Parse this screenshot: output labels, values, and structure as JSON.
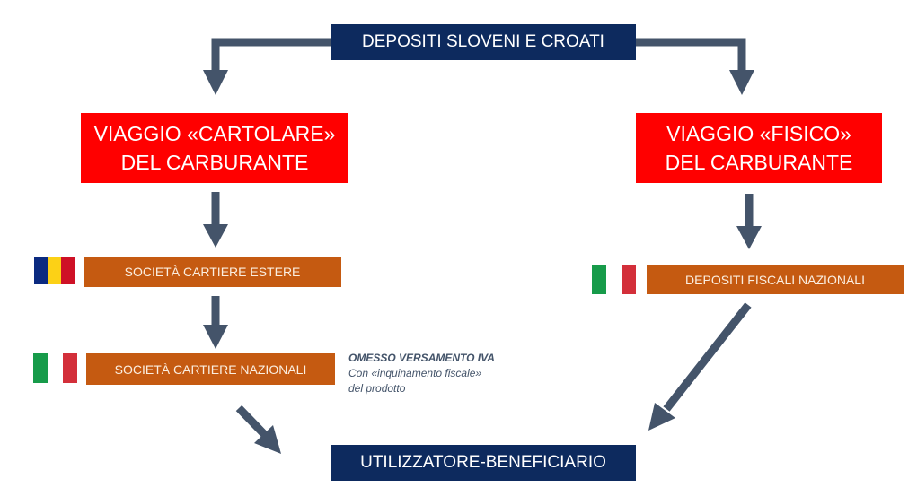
{
  "top": "DEPOSITI SLOVENI E CROATI",
  "left_route": {
    "line1": "VIAGGIO «CARTOLARE»",
    "line2": "DEL CARBURANTE"
  },
  "right_route": {
    "line1": "VIAGGIO «FISICO»",
    "line2": "DEL CARBURANTE"
  },
  "left_step1": "SOCIETÀ CARTIERE ESTERE",
  "left_step2": "SOCIETÀ CARTIERE NAZIONALI",
  "right_step1": "DEPOSITI FISCALI NAZIONALI",
  "note": {
    "title": "OMESSO VERSAMENTO IVA",
    "line1": "Con «inquinamento fiscale»",
    "line2": "del prodotto"
  },
  "bottom": "UTILIZZATORE-BENEFICIARIO",
  "colors": {
    "navy": "#0d2a5e",
    "red": "#ff0000",
    "orange": "#c55a11",
    "arrow": "#44546a"
  }
}
